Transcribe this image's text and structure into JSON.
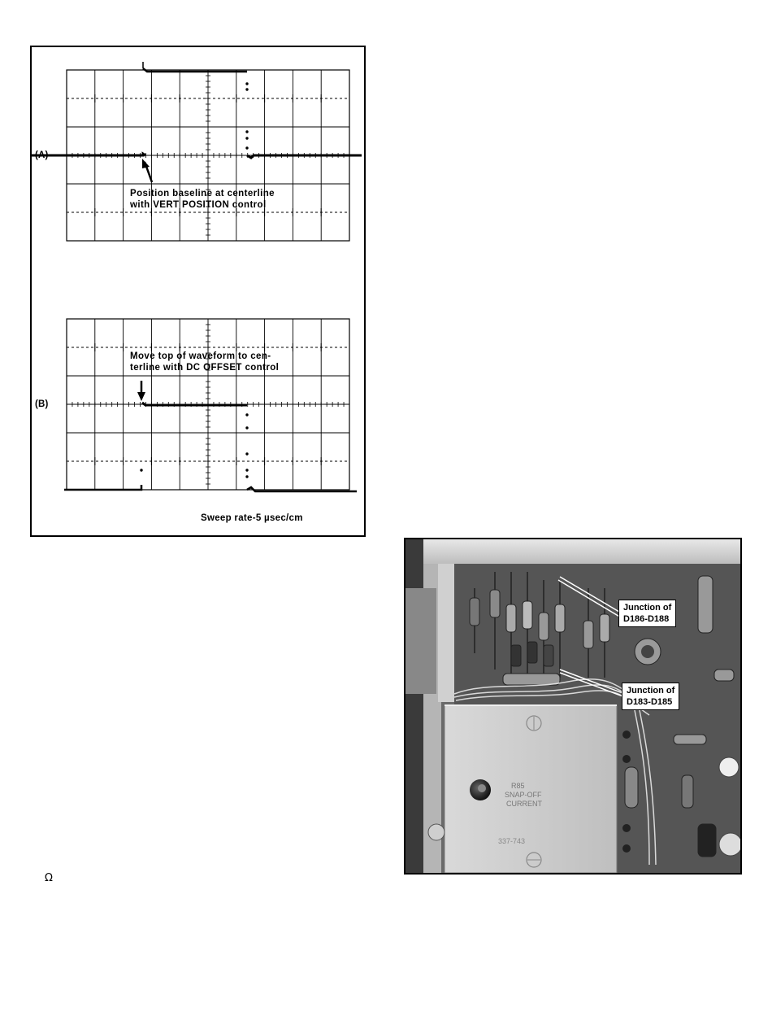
{
  "figure_waveforms": {
    "panel_a": {
      "label": "(A)",
      "callout_line1": "Position baseline at centerline",
      "callout_line2": "with VERT POSITION control"
    },
    "panel_b": {
      "label": "(B)",
      "callout_line1": "Move top of waveform to cen-",
      "callout_line2": "terline with DC OFFSET control"
    },
    "sweep_rate": "Sweep rate-5 µsec/cm"
  },
  "figure_photo": {
    "label_d186": {
      "line1": "Junction of",
      "line2": "D186-D188"
    },
    "label_d183": {
      "line1": "Junction of",
      "line2": "D183-D185"
    },
    "component_text": {
      "line1": "R85",
      "line2": "SNAP-OFF",
      "line3": "CURRENT",
      "part_no": "337-743"
    }
  },
  "omega_symbol": "Ω"
}
